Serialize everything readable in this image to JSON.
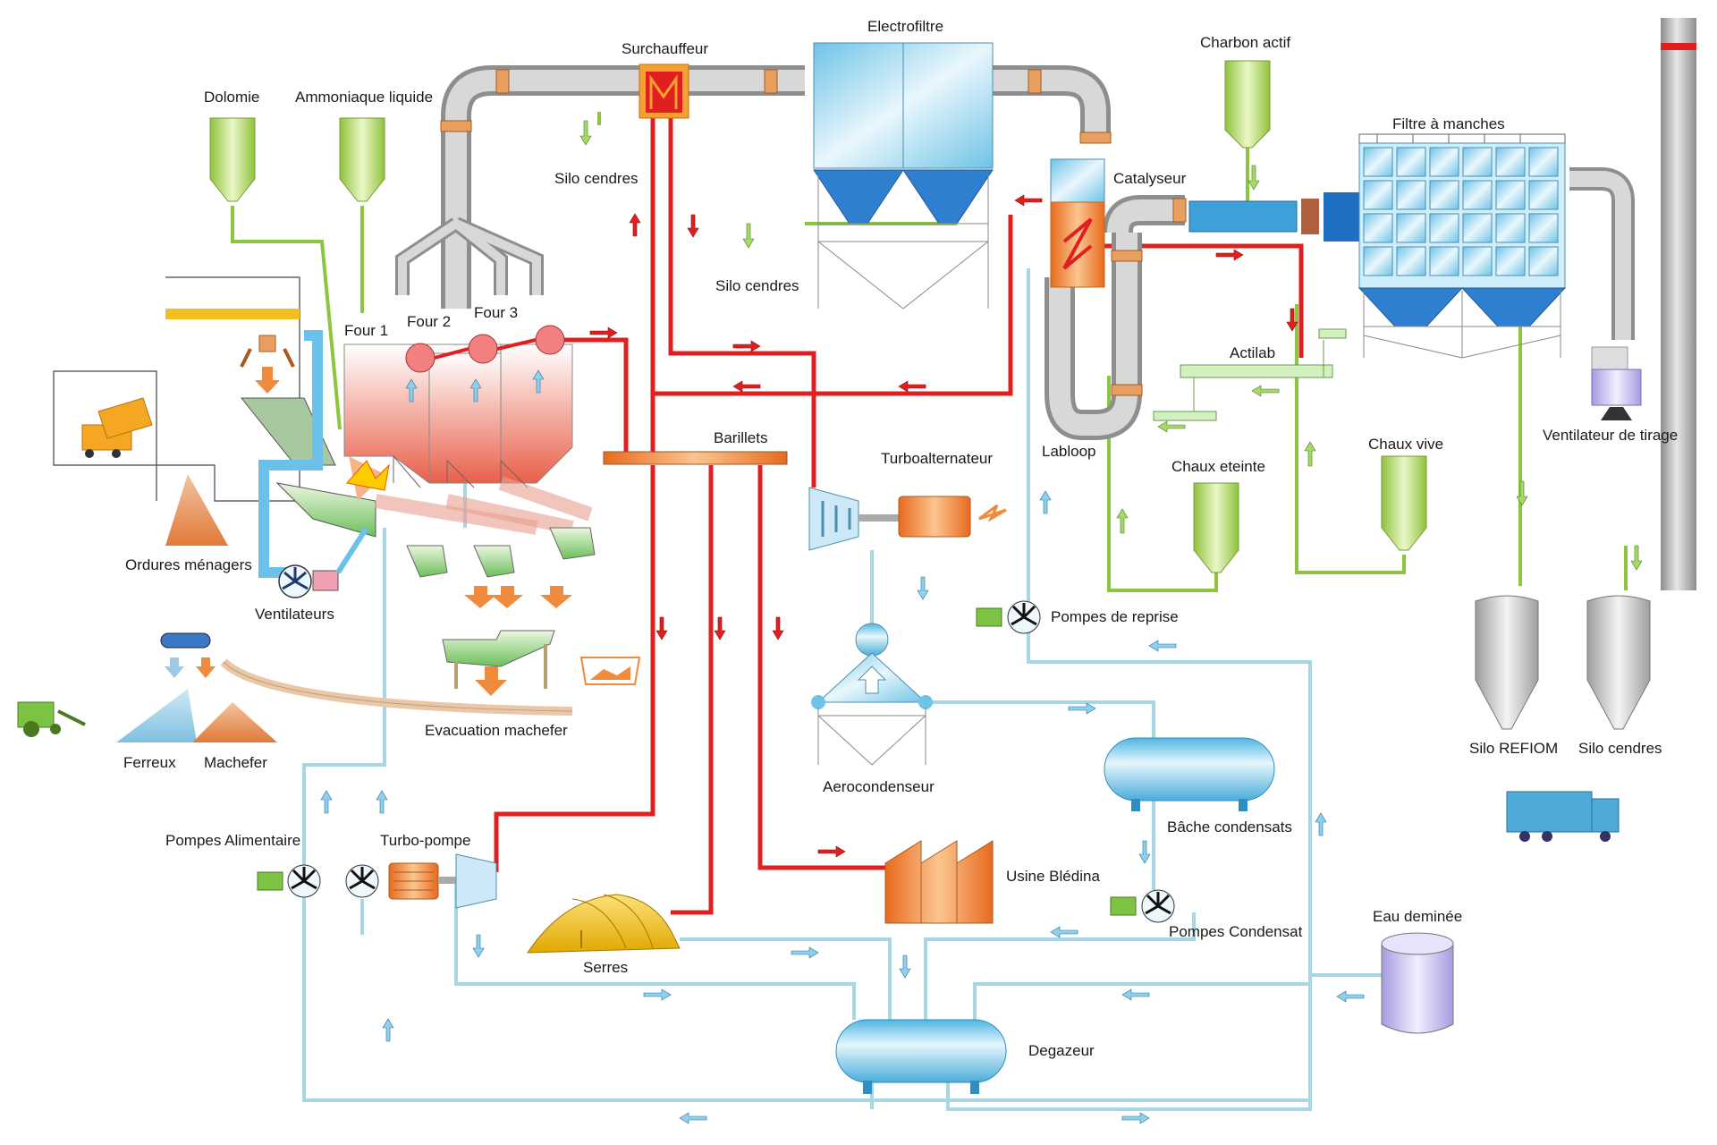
{
  "labels": {
    "dolomie": "Dolomie",
    "ammoniaque": "Ammoniaque liquide",
    "surchauffeur": "Surchauffeur",
    "electrofiltre": "Electrofiltre",
    "charbon_actif": "Charbon actif",
    "filtre_manches": "Filtre à manches",
    "catalyseur": "Catalyseur",
    "silo_cendres_1": "Silo cendres",
    "silo_cendres_2": "Silo cendres",
    "silo_cendres_3": "Silo cendres",
    "four1": "Four 1",
    "four2": "Four 2",
    "four3": "Four 3",
    "actilab": "Actilab",
    "barillets": "Barillets",
    "turboalternateur": "Turboalternateur",
    "labloop": "Labloop",
    "chaux_eteinte": "Chaux eteinte",
    "chaux_vive": "Chaux vive",
    "ventilateur_tirage": "Ventilateur de tirage",
    "ordures": "Ordures ménagers",
    "ventilateurs": "Ventilateurs",
    "pompes_reprise": "Pompes de reprise",
    "evacuation": "Evacuation machefer",
    "ferreux": "Ferreux",
    "machefer": "Machefer",
    "silo_refiom": "Silo REFIOM",
    "aerocondenseur": "Aerocondenseur",
    "bache": "Bâche condensats",
    "pompes_alimentaire": "Pompes Alimentaire",
    "turbo_pompe": "Turbo-pompe",
    "usine_bledina": "Usine Blédina",
    "pompes_condensat": "Pompes Condensat",
    "eau_deminee": "Eau deminée",
    "serres": "Serres",
    "degazeur": "Degazeur"
  },
  "colors": {
    "steam": "#e02020",
    "water": "#a9d6e3",
    "reagent": "#8cc63f",
    "duct": "#b9b9b9",
    "flange": "#e8a060",
    "equipment_blue": "#8fd0ec",
    "hopper_green": "#bde07a",
    "orange": "#f08a3c",
    "silo_grey": "#c8c8c8"
  }
}
